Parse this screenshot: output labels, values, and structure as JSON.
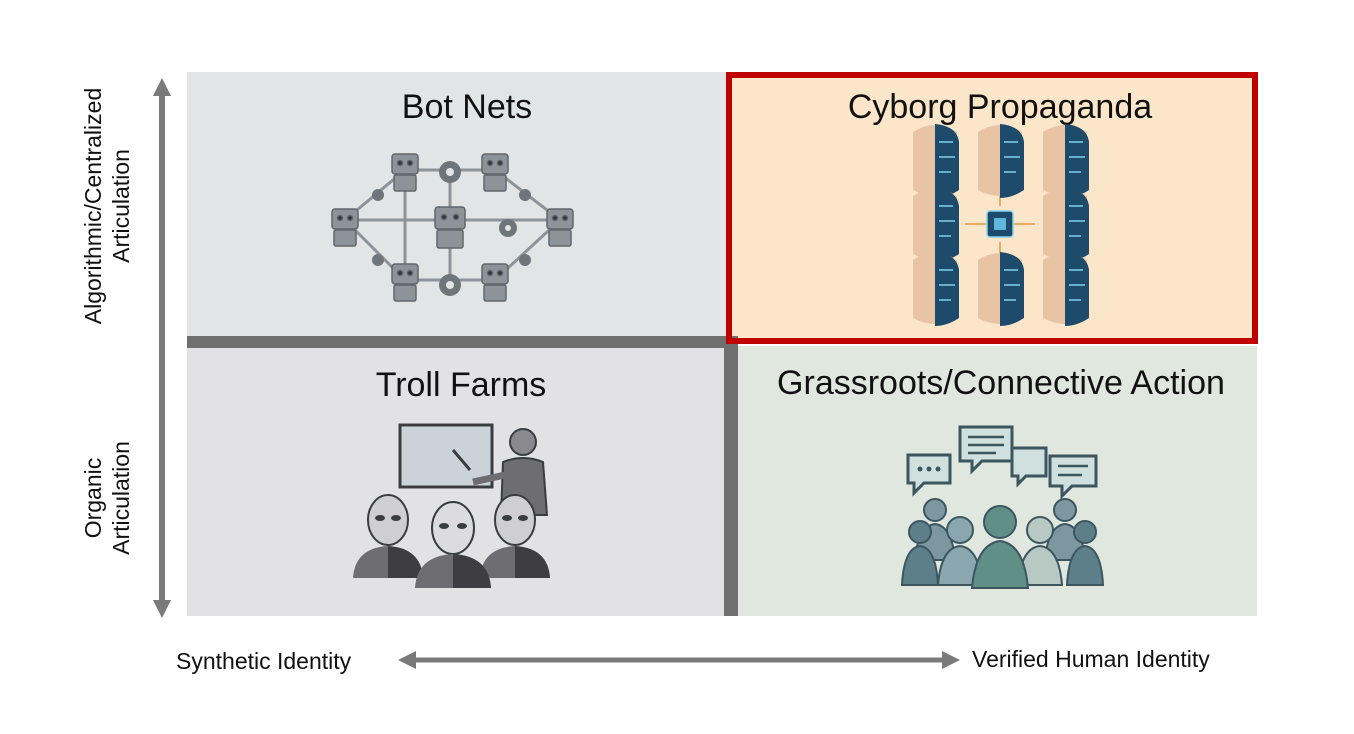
{
  "quadrants": {
    "top_left": {
      "title": "Bot Nets",
      "icon": "robot-network-icon",
      "bg": "#e2e5e6"
    },
    "top_right": {
      "title": "Cyborg Propaganda",
      "icon": "cyborg-heads-network-icon",
      "bg": "#fbe6c9",
      "highlight": "#c00000"
    },
    "bottom_left": {
      "title": "Troll Farms",
      "icon": "masked-trolls-presentation-icon",
      "bg": "#e2e2e4"
    },
    "bottom_right": {
      "title": "Grassroots/Connective Action",
      "icon": "crowd-chat-icon",
      "bg": "#dfe7df"
    }
  },
  "axes": {
    "y_top_label_line1": "Algorithmic/Centralized",
    "y_top_label_line2": "Articulation",
    "y_bottom_label_line1": "Organic",
    "y_bottom_label_line2": "Articulation",
    "x_left_label": "Synthetic Identity",
    "x_right_label": "Verified Human Identity",
    "arrow_color": "#7a7a7a"
  }
}
